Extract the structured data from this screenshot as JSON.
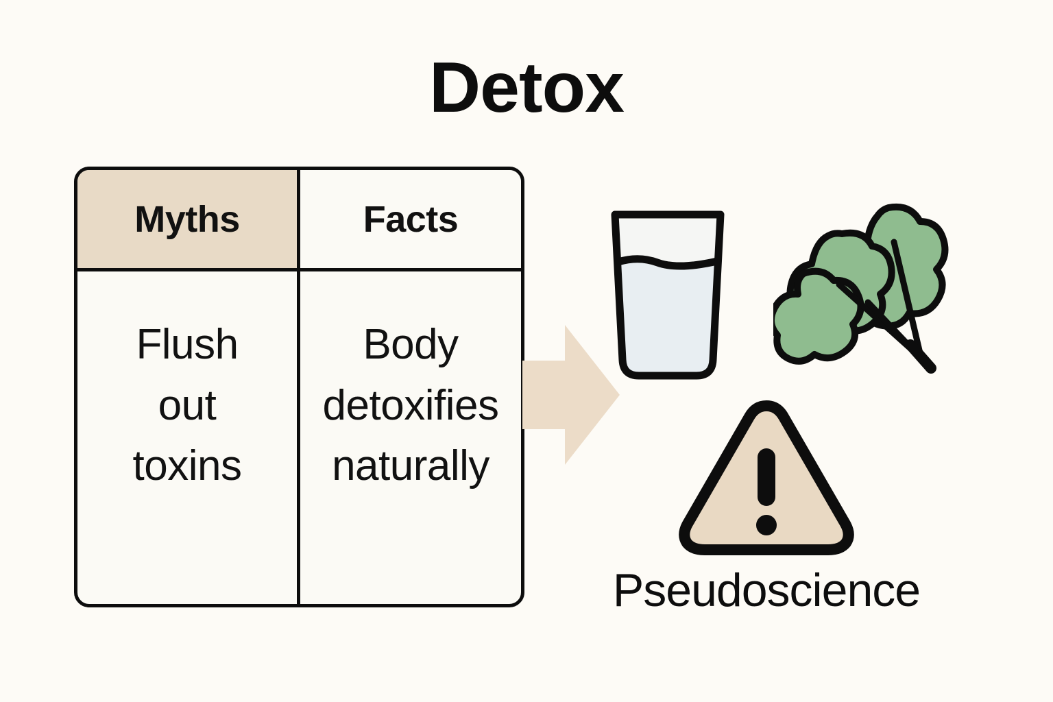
{
  "page": {
    "title": "Detox",
    "background_color": "#fdfbf6",
    "ink_color": "#0d0d0d"
  },
  "table": {
    "columns": [
      {
        "header": "Myths",
        "header_fill": "#e8dac6",
        "cell": "Flush out toxins"
      },
      {
        "header": "Facts",
        "header_fill": "#fbfaf5",
        "cell": "Body detoxifies naturally"
      }
    ],
    "myths_lines": [
      "Flush",
      "out",
      "toxins"
    ],
    "facts_lines": [
      "Body",
      "detoxifies",
      "naturally"
    ]
  },
  "arrow": {
    "name": "right-arrow",
    "direction": "right",
    "fill": "#ecdcc8"
  },
  "icons": {
    "glass": {
      "name": "water-glass-icon",
      "label": "Glass of water",
      "water_fill": "#e8eef2",
      "empty_fill": "#f5f6f4",
      "outline": "#0d0d0d"
    },
    "leaves": {
      "name": "leafy-greens-icon",
      "label": "Leafy greens",
      "leaf_fill": "#8fbc8f",
      "outline": "#0d0d0d",
      "leaf_count": 3
    },
    "warning": {
      "name": "warning-triangle-icon",
      "label": "Warning",
      "fill": "#e9d9c3",
      "outline": "#0d0d0d",
      "symbol": "!"
    }
  },
  "caption": {
    "text": "Pseudoscience"
  }
}
